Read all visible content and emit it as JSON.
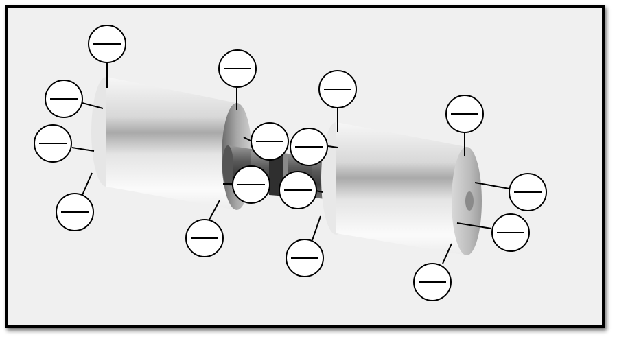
{
  "diagram": {
    "background_color": "#f0f0f0",
    "frame_color": "#000000",
    "callout_marker": "—",
    "parts": [
      {
        "name": "left-drum"
      },
      {
        "name": "left-neck"
      },
      {
        "name": "center-coupling"
      },
      {
        "name": "right-neck"
      },
      {
        "name": "right-drum"
      }
    ],
    "callouts": [
      {
        "id": "c1"
      },
      {
        "id": "c2"
      },
      {
        "id": "c3"
      },
      {
        "id": "c4"
      },
      {
        "id": "c5"
      },
      {
        "id": "c6"
      },
      {
        "id": "c7"
      },
      {
        "id": "c8"
      },
      {
        "id": "c9"
      },
      {
        "id": "c10"
      },
      {
        "id": "c11"
      },
      {
        "id": "c12"
      },
      {
        "id": "c13"
      },
      {
        "id": "c14"
      },
      {
        "id": "c15"
      },
      {
        "id": "c16"
      },
      {
        "id": "c17"
      }
    ]
  }
}
